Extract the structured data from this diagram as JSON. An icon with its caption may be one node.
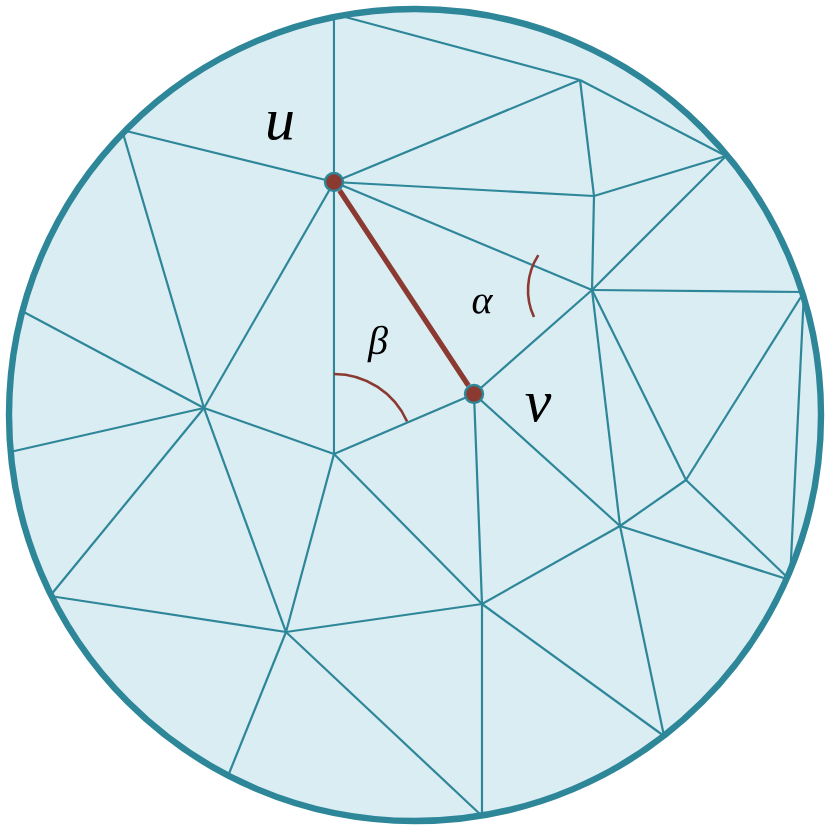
{
  "diagram": {
    "nodes": [
      {
        "text": [],
        "shape": "circle",
        "beside": [
          "u"
        ]
      },
      {
        "text": [],
        "shape": "circle",
        "beside": [
          "v"
        ]
      }
    ],
    "edges": [
      {
        "from": 0,
        "to": 1,
        "arrow": "none",
        "color": "#8b3a32"
      }
    ],
    "labels": [
      "α",
      "β"
    ]
  }
}
